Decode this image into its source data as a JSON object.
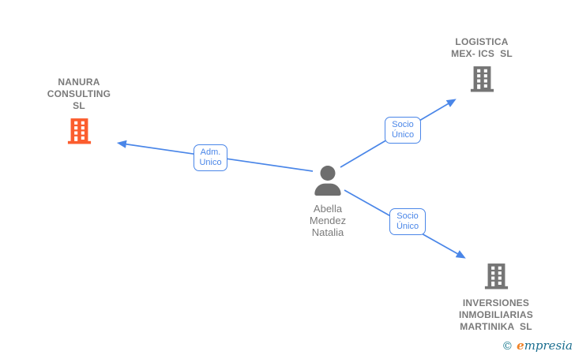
{
  "colors": {
    "arrow_blue": "#4a86e8",
    "company_highlight_orange": "#fb5d2e",
    "company_gray": "#757575",
    "person_gray": "#6e6e6e",
    "text_gray": "#7a7a7a"
  },
  "nodes": {
    "person": {
      "line1": "Abella",
      "line2": "Mendez",
      "line3": "Natalia"
    },
    "nanura": {
      "line1": "NANURA",
      "line2": "CONSULTING",
      "line3": "SL"
    },
    "logistica": {
      "line1": "LOGISTICA",
      "line2": "MEX- ICS  SL"
    },
    "inversiones": {
      "line1": "INVERSIONES",
      "line2": "INMOBILIARIAS",
      "line3": "MARTINIKA  SL"
    }
  },
  "relations": {
    "adm_unico": {
      "line1": "Adm.",
      "line2": "Unico"
    },
    "socio_unico_top": {
      "line1": "Socio",
      "line2": "Único"
    },
    "socio_unico_bottom": {
      "line1": "Socio",
      "line2": "Único"
    }
  },
  "watermark": {
    "copyright": "©",
    "brand_initial": "e",
    "brand_rest": "mpresia"
  }
}
